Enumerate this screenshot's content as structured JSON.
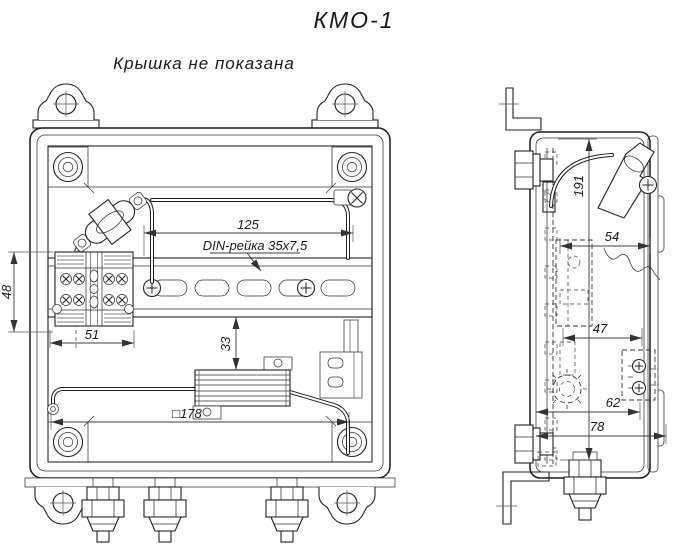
{
  "drawing": {
    "title": "КМО-1",
    "note": "Крышка не показана",
    "front_view": {
      "dim_din_rail_length": "125",
      "din_rail_label": "DIN-рейка 35x7,5",
      "dim_terminal_height": "48",
      "dim_terminal_width": "51",
      "dim_rail_to_resistor": "33",
      "dim_panel_square": "□178"
    },
    "side_view": {
      "dim_height": "191",
      "dim_depth_top": "54",
      "dim_depth_middle": "47",
      "dim_depth_lower": "62",
      "dim_depth_overall": "78"
    }
  }
}
